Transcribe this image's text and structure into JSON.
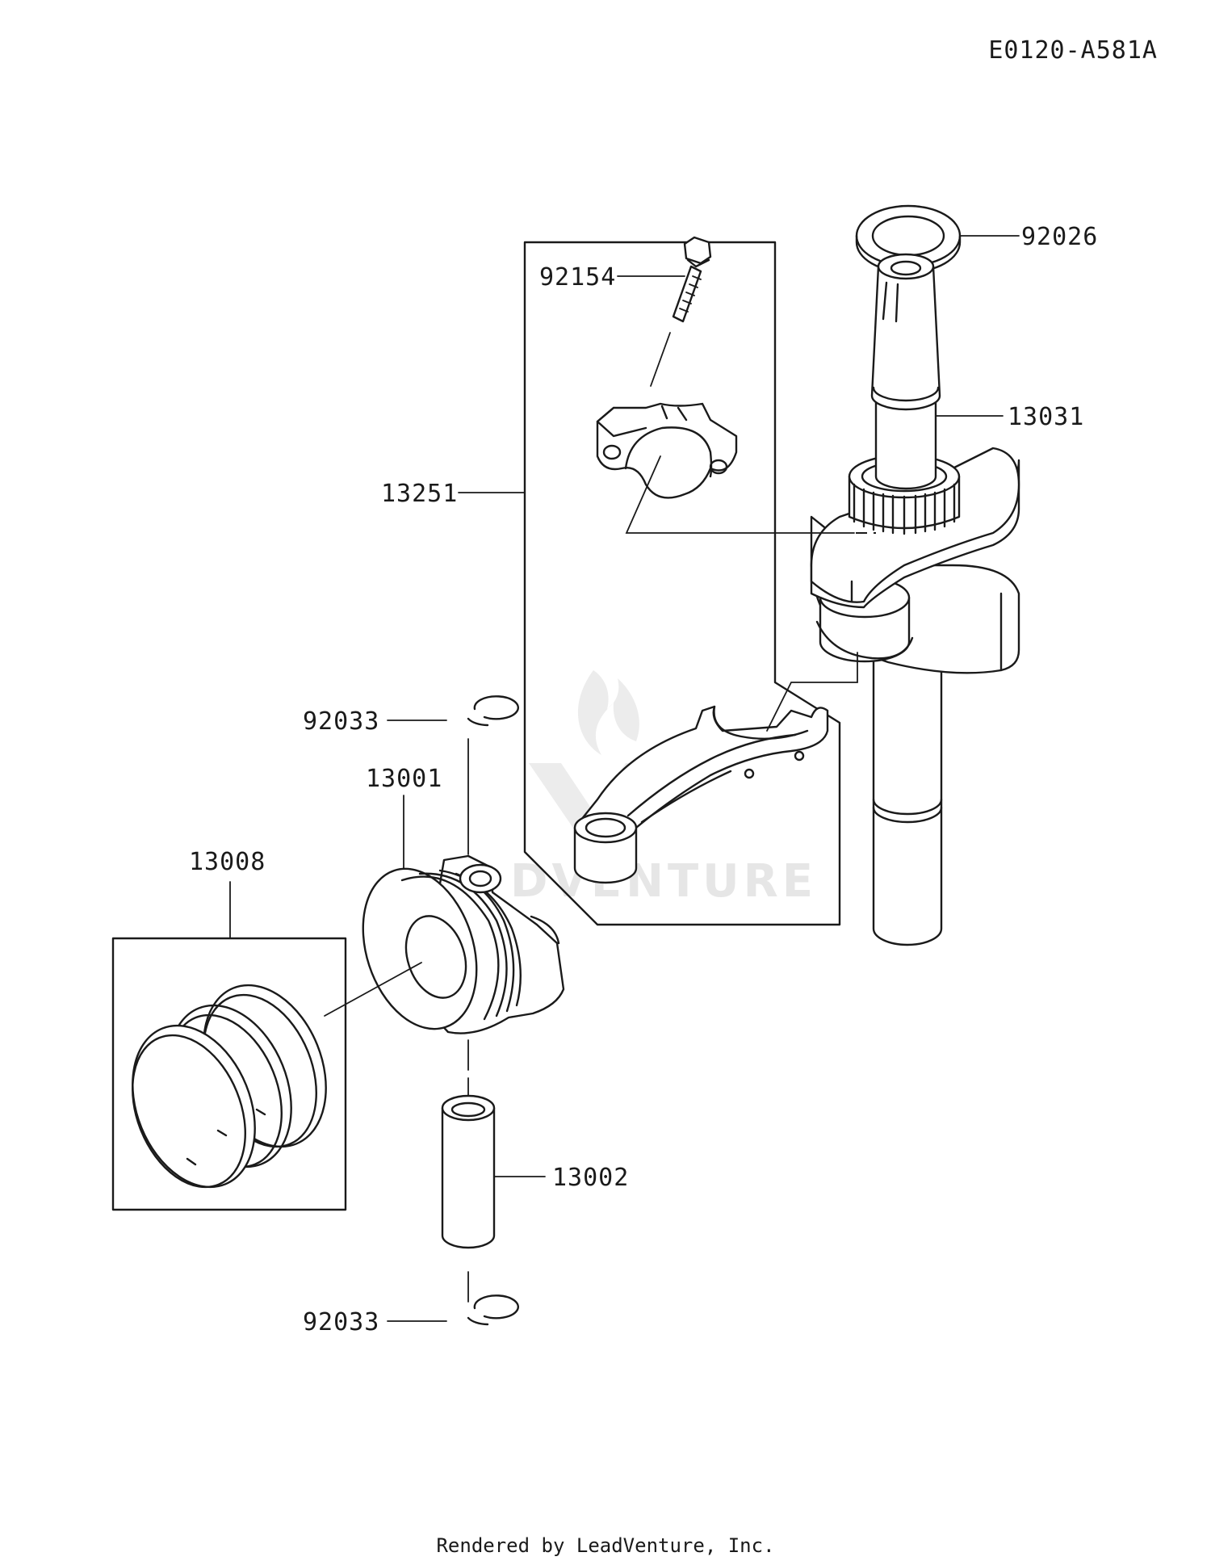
{
  "diagram_code": "E0120-A581A",
  "footer": "Rendered by LeadVenture, Inc.",
  "watermark": {
    "text": "DVENTURE"
  },
  "callouts": [
    {
      "id": "washer",
      "part_number": "92026"
    },
    {
      "id": "bolt",
      "part_number": "92154"
    },
    {
      "id": "crankshaft",
      "part_number": "13031"
    },
    {
      "id": "connecting-rod-assembly",
      "part_number": "13251"
    },
    {
      "id": "circlip-top",
      "part_number": "92033"
    },
    {
      "id": "piston",
      "part_number": "13001"
    },
    {
      "id": "piston-ring-set",
      "part_number": "13008"
    },
    {
      "id": "piston-pin",
      "part_number": "13002"
    },
    {
      "id": "circlip-bottom",
      "part_number": "92033"
    }
  ]
}
